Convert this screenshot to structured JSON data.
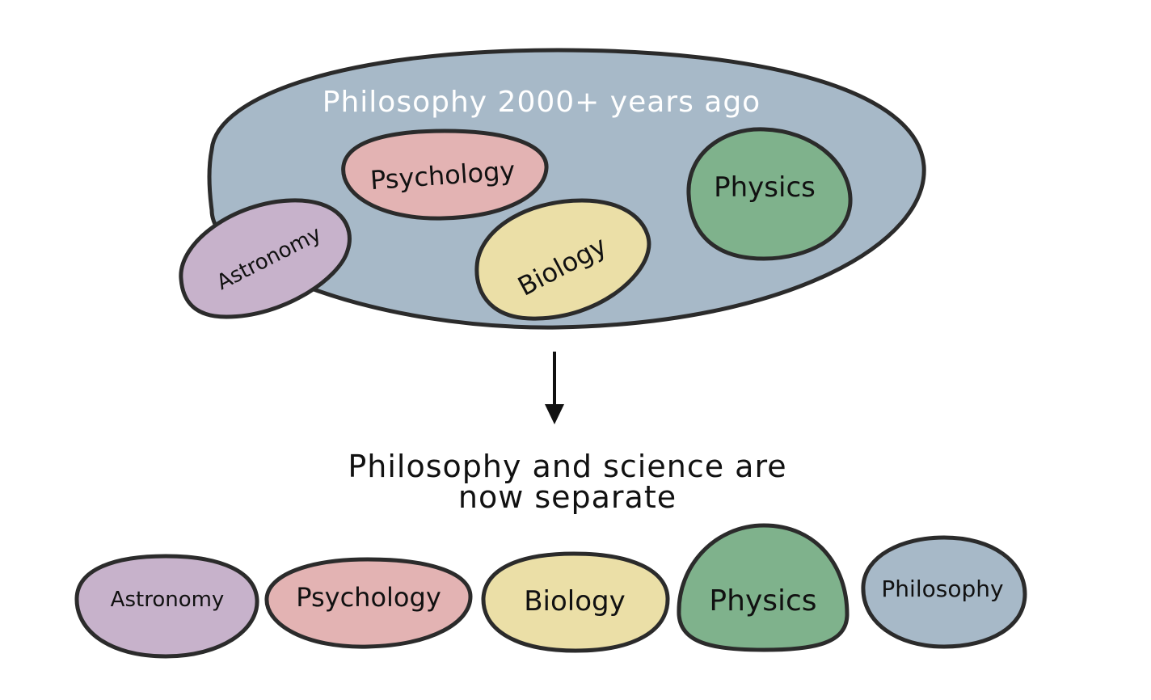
{
  "colors": {
    "outline": "#2b2b2b",
    "philosophy": "#a7b9c8",
    "psychology": "#e3b3b3",
    "physics": "#7fb28c",
    "astronomy": "#c7b2cb",
    "biology": "#ebdfa7",
    "title_text": "#ffffff",
    "text": "#111111"
  },
  "top": {
    "title": "Philosophy 2000+ years ago",
    "psychology": "Psychology",
    "physics": "Physics",
    "astronomy": "Astronomy",
    "biology": "Biology"
  },
  "caption": {
    "line1": "Philosophy and science are",
    "line2": "now separate"
  },
  "bottom": {
    "astronomy": "Astronomy",
    "psychology": "Psychology",
    "biology": "Biology",
    "physics": "Physics",
    "philosophy": "Philosophy"
  }
}
